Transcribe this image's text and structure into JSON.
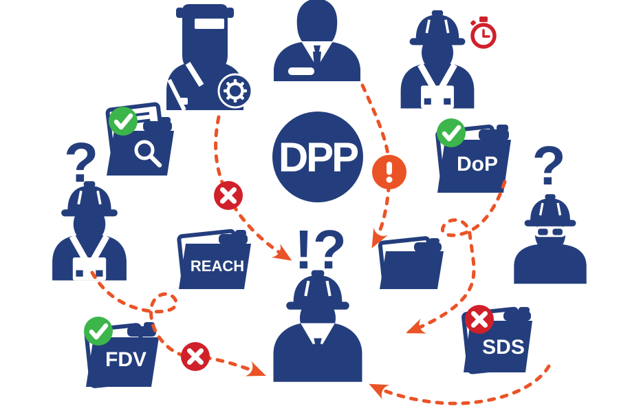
{
  "colors": {
    "navy": "#243E7D",
    "orange": "#EA5326",
    "red": "#D0202A",
    "green": "#3CB54A",
    "white": "#FFFFFF"
  },
  "hub": {
    "label": "DPP"
  },
  "folders": {
    "search": {
      "label": "",
      "badge": "check-icon",
      "extra": "magnifier-icon"
    },
    "reach": {
      "label": "REACH"
    },
    "dop": {
      "label": "DoP",
      "badge": "check-icon"
    },
    "plain": {
      "label": ""
    },
    "fdv": {
      "label": "FDV",
      "badge": "check-icon"
    },
    "sds": {
      "label": "SDS",
      "badge": "cross-icon"
    }
  },
  "marks": {
    "question_left": "?",
    "question_right": "?",
    "interrobang": "!?"
  },
  "figures": [
    {
      "name": "welder-figure",
      "badge": "gear-icon"
    },
    {
      "name": "businessman-figure"
    },
    {
      "name": "construction-worker-figure",
      "badge": "stopwatch-icon"
    },
    {
      "name": "construction-worker-figure"
    },
    {
      "name": "goggles-worker-figure"
    },
    {
      "name": "site-manager-figure"
    }
  ],
  "connections": [
    {
      "from": "welder-figure",
      "to": "site-manager-figure",
      "badge": "cross-icon"
    },
    {
      "from": "businessman-figure",
      "to": "site-manager-figure",
      "badge": "exclamation-icon"
    },
    {
      "from": "dop-folder",
      "to": "site-manager-figure"
    },
    {
      "from": "worker-left",
      "to": "site-manager-figure",
      "badge": "cross-icon"
    },
    {
      "from": "sds-folder",
      "to": "site-manager-figure"
    }
  ]
}
